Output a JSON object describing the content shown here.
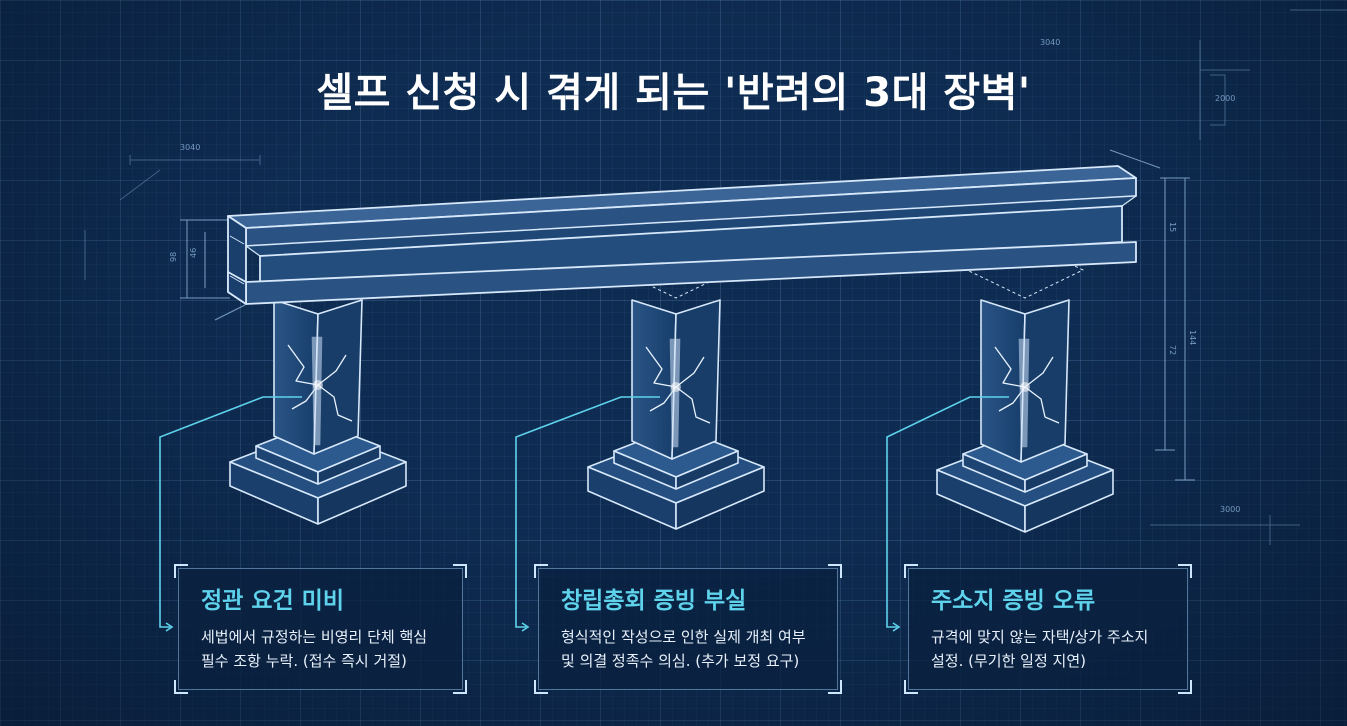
{
  "title": "셀프 신청 시 겪게 되는 '반려의 3대 장벽'",
  "colors": {
    "background": "#0e2c52",
    "title_text": "#ffffff",
    "accent_cyan": "#5fd3ec",
    "body_text": "#e8f1fb",
    "line_art": "#d7e8fb"
  },
  "barriers": [
    {
      "title": "정관 요건 미비",
      "line1": "세법에서 규정하는 비영리 단체 핵심",
      "line2": "필수 조항 누락. (접수 즉시 거절)"
    },
    {
      "title": "창립총회 증빙 부실",
      "line1": "형식적인 작성으로 인한 실제 개최 여부",
      "line2": "및 의결 정족수 의심. (추가 보정 요구)"
    },
    {
      "title": "주소지 증빙 오류",
      "line1": "규격에 맞지 않는 자택/상가 주소지",
      "line2": "설정. (무기한 일정 지연)"
    }
  ]
}
